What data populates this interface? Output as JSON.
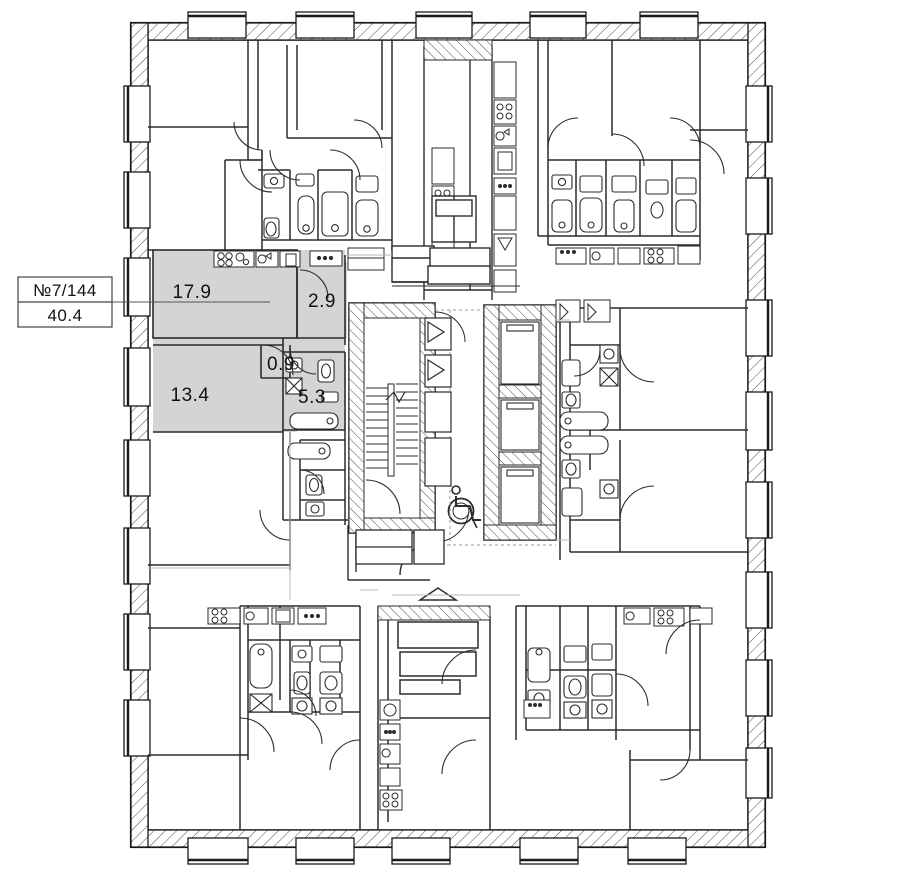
{
  "plan": {
    "title_label": "№7/144",
    "total_area_label": "40.4",
    "highlight_color": "#d4d4d4",
    "wall_color": "#1a1a1a",
    "line_color": "#2b2b2b",
    "background_color": "#ffffff",
    "accessibility_icon": "wheelchair-icon",
    "rooms": [
      {
        "id": "living-kitchen",
        "area": "17.9"
      },
      {
        "id": "balcony-loggia",
        "area": "2.9"
      },
      {
        "id": "corridor-closet",
        "area": "0.9"
      },
      {
        "id": "bedroom",
        "area": "13.4"
      },
      {
        "id": "bathroom",
        "area": "5.3"
      }
    ],
    "core": {
      "stairs_label": "",
      "elevator_count": 3
    }
  }
}
